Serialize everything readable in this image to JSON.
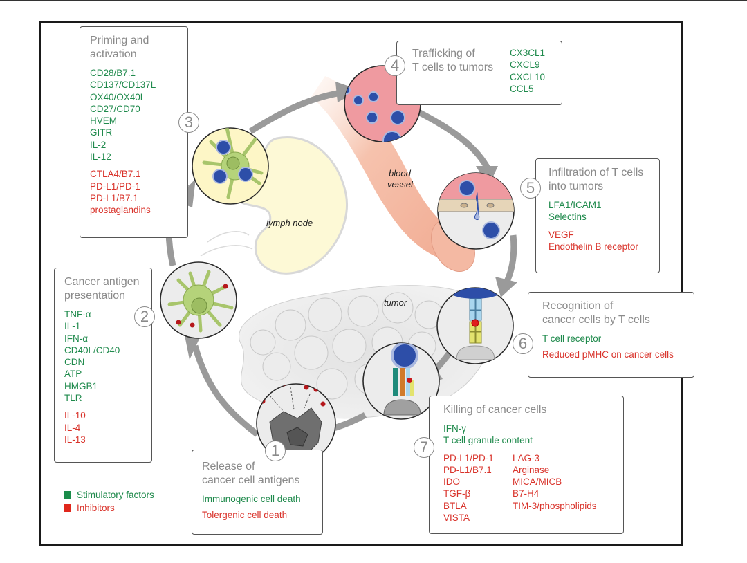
{
  "colors": {
    "stimulatory": "#1f8a4c",
    "inhibitor": "#d9332b",
    "title_gray": "#8a8a8a",
    "arrow_gray": "#9a9a9a",
    "lymph_node": "#fdf9d8",
    "blood_vessel": "#f4b9a3",
    "vessel_lumen": "#ef9aa0",
    "t_cell_blue": "#2d4ea8",
    "dendritic_green": "#b5d37a"
  },
  "labels": {
    "lymph_node": "lymph node",
    "blood_vessel_line1": "blood",
    "blood_vessel_line2": "vessel",
    "tumor": "tumor"
  },
  "legend": {
    "stimulatory": "Stimulatory factors",
    "inhibitors": "Inhibitors"
  },
  "steps": [
    {
      "number": "1",
      "title_lines": [
        "Release of",
        "cancer cell antigens"
      ],
      "stimulatory": [
        "Immunogenic cell death"
      ],
      "inhibitors": [
        "Tolergenic cell death"
      ]
    },
    {
      "number": "2",
      "title_lines": [
        "Cancer antigen",
        "presentation"
      ],
      "stimulatory": [
        "TNF-α",
        "IL-1",
        "IFN-α",
        "CD40L/CD40",
        "CDN",
        "ATP",
        "HMGB1",
        "TLR"
      ],
      "inhibitors": [
        "IL-10",
        "IL-4",
        "IL-13"
      ]
    },
    {
      "number": "3",
      "title_lines": [
        "Priming and",
        "activation"
      ],
      "stimulatory": [
        "CD28/B7.1",
        "CD137/CD137L",
        "OX40/OX40L",
        "CD27/CD70",
        "HVEM",
        "GITR",
        "IL-2",
        "IL-12"
      ],
      "inhibitors": [
        "CTLA4/B7.1",
        "PD-L1/PD-1",
        "PD-L1/B7.1",
        "prostaglandins"
      ]
    },
    {
      "number": "4",
      "title_lines": [
        "Trafficking of",
        "T cells to tumors"
      ],
      "stimulatory": [
        "CX3CL1",
        "CXCL9",
        "CXCL10",
        "CCL5"
      ],
      "inhibitors": []
    },
    {
      "number": "5",
      "title_lines": [
        "Infiltration of T cells",
        "into tumors"
      ],
      "stimulatory": [
        "LFA1/ICAM1",
        "Selectins"
      ],
      "inhibitors": [
        "VEGF",
        "Endothelin B receptor"
      ]
    },
    {
      "number": "6",
      "title_lines": [
        "Recognition of",
        "cancer cells by T cells"
      ],
      "stimulatory": [
        "T cell receptor"
      ],
      "inhibitors": [
        "Reduced pMHC on cancer cells"
      ]
    },
    {
      "number": "7",
      "title_lines": [
        "Killing of cancer cells"
      ],
      "stimulatory": [
        "IFN-γ",
        "T cell granule content"
      ],
      "inhibitors_col1": [
        "PD-L1/PD-1",
        "PD-L1/B7.1",
        "IDO",
        "TGF-β",
        "BTLA",
        "VISTA"
      ],
      "inhibitors_col2": [
        "LAG-3",
        "Arginase",
        "MICA/MICB",
        "B7-H4",
        "TIM-3/phospholipids"
      ]
    }
  ]
}
